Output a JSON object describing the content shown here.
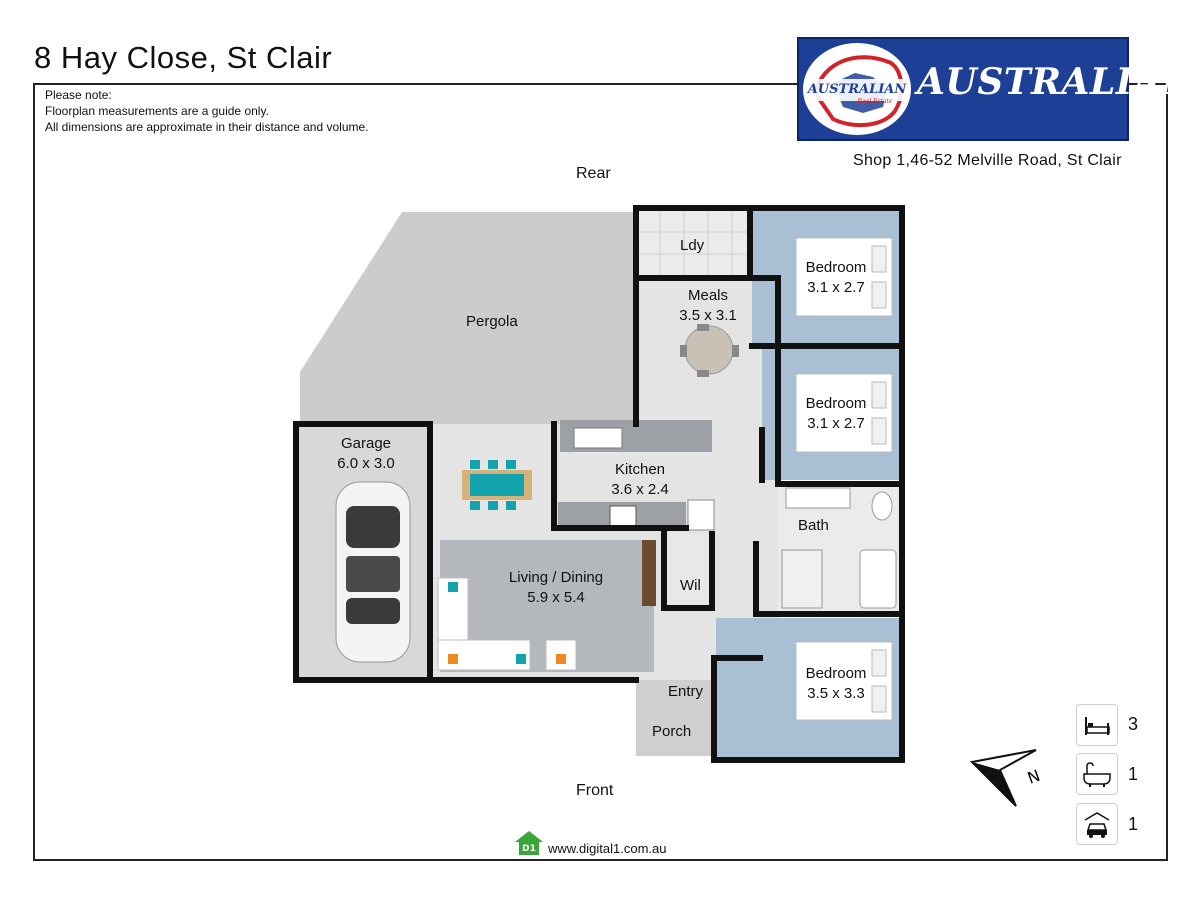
{
  "header": {
    "title": "8 Hay Close, St Clair",
    "notes": [
      "Please note:",
      "Floorplan measurements are a guide only.",
      "All dimensions are approximate in their distance and volume."
    ]
  },
  "agency": {
    "logo_text": "AUSTRALIAN",
    "emblem_text_main": "AUSTRALIAN",
    "emblem_text_sub": "Real Estate",
    "address": "Shop 1,46-52 Melville Road, St Clair"
  },
  "orientation": {
    "rear": "Rear",
    "front": "Front",
    "north_label": "N"
  },
  "rooms": {
    "pergola": {
      "name": "Pergola"
    },
    "garage": {
      "name": "Garage",
      "size": "6.0 x 3.0"
    },
    "laundry": {
      "name": "Ldy"
    },
    "meals": {
      "name": "Meals",
      "size": "3.5 x 3.1"
    },
    "bedroom1": {
      "name": "Bedroom",
      "size": "3.1 x 2.7"
    },
    "bedroom2": {
      "name": "Bedroom",
      "size": "3.1 x 2.7"
    },
    "kitchen": {
      "name": "Kitchen",
      "size": "3.6 x 2.4"
    },
    "bath": {
      "name": "Bath"
    },
    "living": {
      "name": "Living / Dining",
      "size": "5.9 x 5.4"
    },
    "wil": {
      "name": "Wil"
    },
    "entry": {
      "name": "Entry"
    },
    "porch": {
      "name": "Porch"
    },
    "bedroom3": {
      "name": "Bedroom",
      "size": "3.5 x 3.3"
    }
  },
  "legend": {
    "bedrooms": {
      "icon": "bed-icon",
      "count": "3"
    },
    "bathrooms": {
      "icon": "bathtub-icon",
      "count": "1"
    },
    "garages": {
      "icon": "garage-car-icon",
      "count": "1"
    }
  },
  "footer": {
    "brand_mark": "D1",
    "url": "www.digital1.com.au"
  },
  "colors": {
    "wall": "#111111",
    "floor": "#e3e3e3",
    "bedroom_floor": "#a9bfd3",
    "pergola": "#cccccc",
    "logo_blue": "#1d3f95",
    "logo_red": "#d2232a",
    "teal": "#13a3ae",
    "brand_green": "#3aa63a"
  }
}
